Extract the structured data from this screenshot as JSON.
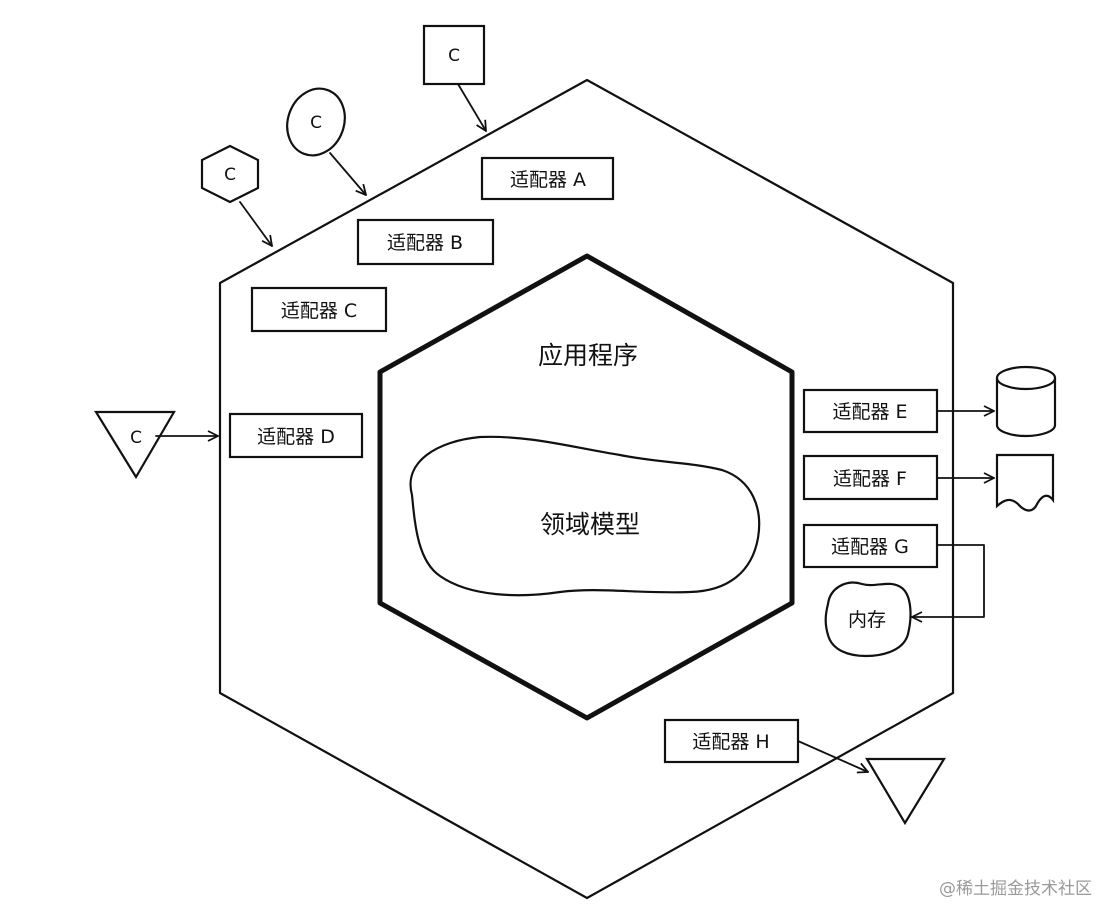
{
  "diagram": {
    "application_label": "应用程序",
    "domain_label": "领域模型",
    "memory_label": "内存",
    "client_label": "C",
    "adapters": {
      "a": "适配器 A",
      "b": "适配器 B",
      "c": "适配器 C",
      "d": "适配器 D",
      "e": "适配器 E",
      "f": "适配器 F",
      "g": "适配器 G",
      "h": "适配器 H"
    }
  },
  "watermark": "@稀土掘金技术社区",
  "colors": {
    "ink": "#111111",
    "watermark": "#9a9a9a",
    "background": "#ffffff"
  }
}
